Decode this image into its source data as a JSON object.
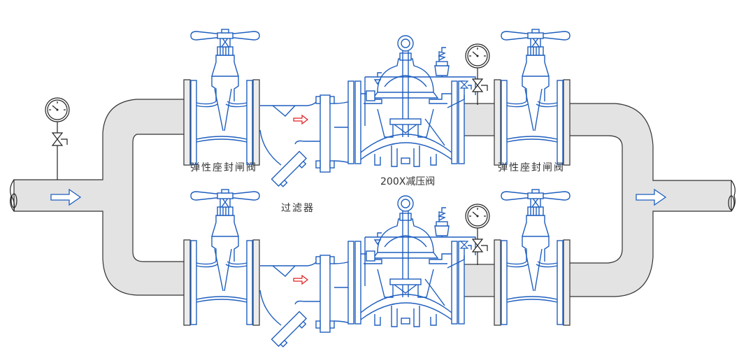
{
  "diagram": {
    "title": "Pressure reducing valve station piping diagram",
    "colors": {
      "pipe_fill": "#e3e3e3",
      "valve_line": "#1f5fbf",
      "flow_arrow": "#1f5fbf",
      "filter_arrow": "#e02020",
      "gauge_line": "#222222"
    },
    "labels": {
      "gate_valve_left": "弹性座封闸阀",
      "gate_valve_right": "弹性座封闸阀",
      "filter": "过滤器",
      "prv": "200X减压阀"
    },
    "branches": [
      {
        "name": "upper",
        "components": [
          "gate-valve",
          "y-strainer",
          "pressure-reducing-valve",
          "pressure-gauge",
          "gate-valve"
        ]
      },
      {
        "name": "lower",
        "components": [
          "gate-valve",
          "y-strainer",
          "pressure-reducing-valve",
          "pressure-gauge",
          "gate-valve"
        ]
      }
    ],
    "inlet": {
      "components": [
        "pressure-gauge",
        "needle-valve"
      ],
      "flow_direction": "right"
    },
    "outlet": {
      "flow_direction": "right"
    }
  }
}
